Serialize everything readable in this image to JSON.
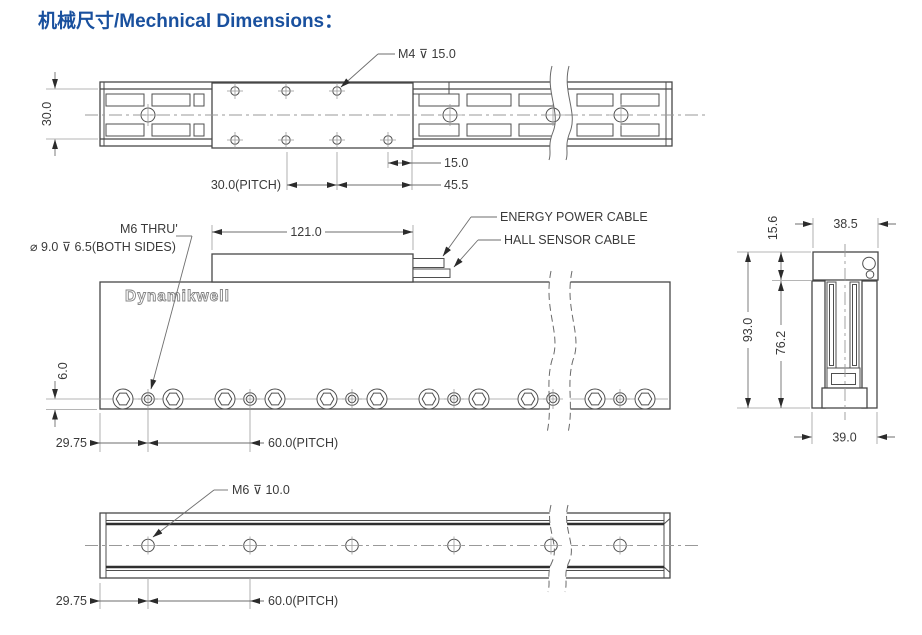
{
  "title": {
    "text": "机械尺寸/Mechnical Dimensions：",
    "color": "#19509e"
  },
  "views": {
    "top": {
      "callout_m4": "M4 ⊽ 15.0",
      "dim_height": "30.0",
      "dim_edge": "15.0",
      "dim_pitch": "30.0(PITCH)",
      "dim_end": "45.5"
    },
    "front": {
      "brand": "Dynamikwell",
      "callout_thread_line1": "M6 THRU'",
      "callout_thread_line2": "⌀ 9.0 ⊽ 6.5(BOTH SIDES)",
      "dim_length": "121.0",
      "callout_power_cable": "ENERGY POWER CABLE",
      "callout_hall_cable": "HALL SENSOR CABLE",
      "dim_hole_offset": "6.0",
      "dim_edge": "29.75",
      "dim_pitch": "60.0(PITCH)"
    },
    "side": {
      "dim_cap_height": "15.6",
      "dim_cap_width": "38.5",
      "dim_total_height": "93.0",
      "dim_inner_height": "76.2",
      "dim_width": "39.0"
    },
    "bottom": {
      "callout_m6": "M6 ⊽ 10.0",
      "dim_edge": "29.75",
      "dim_pitch": "60.0(PITCH)"
    }
  }
}
